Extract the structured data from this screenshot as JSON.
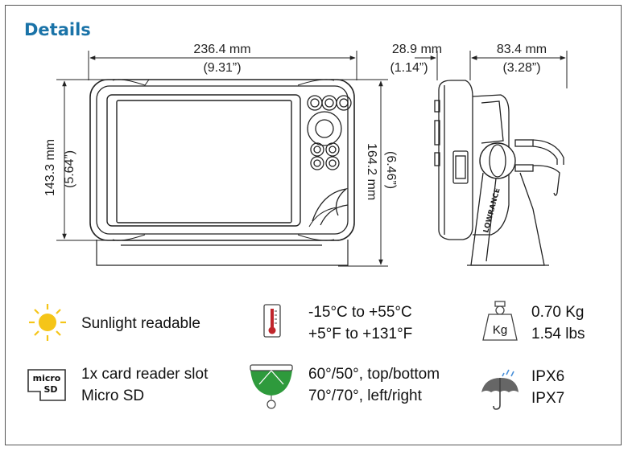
{
  "title": "Details",
  "dimensions": {
    "width_mm": "236.4 mm",
    "width_in": "(9.31”)",
    "depth_mm": "28.9 mm",
    "depth_in": "(1.14”)",
    "base_mm": "83.4 mm",
    "base_in": "(3.28”)",
    "screen_height_mm": "143.3 mm",
    "screen_height_in": "(5.64”)",
    "total_height_mm": "164.2 mm",
    "total_height_in": "(6.46”)"
  },
  "brand_text": "LOWRANCE",
  "specs": {
    "sunlight": {
      "icon": "sun-icon",
      "label": "Sunlight readable"
    },
    "temperature": {
      "icon": "thermometer-icon",
      "line1": "-15°C to +55°C",
      "line2": "+5°F to +131°F"
    },
    "weight": {
      "icon": "weight-icon",
      "badge": "Kg",
      "line1": "0.70 Kg",
      "line2": "1.54 lbs"
    },
    "card": {
      "icon": "micro-sd-card-icon",
      "card_label_top": "micro",
      "card_label_bottom": "SD",
      "line1": "1x card reader slot",
      "line2": "Micro SD"
    },
    "viewing": {
      "icon": "viewing-angle-icon",
      "line1": "60°/50°, top/bottom",
      "line2": "70°/70°, left/right"
    },
    "water": {
      "icon": "umbrella-rain-icon",
      "line1": "IPX6",
      "line2": "IPX7"
    }
  },
  "colors": {
    "title": "#1a73a8",
    "sun": "#f5c518",
    "thermo_red": "#c0262c",
    "view_green": "#2e9a3c"
  }
}
